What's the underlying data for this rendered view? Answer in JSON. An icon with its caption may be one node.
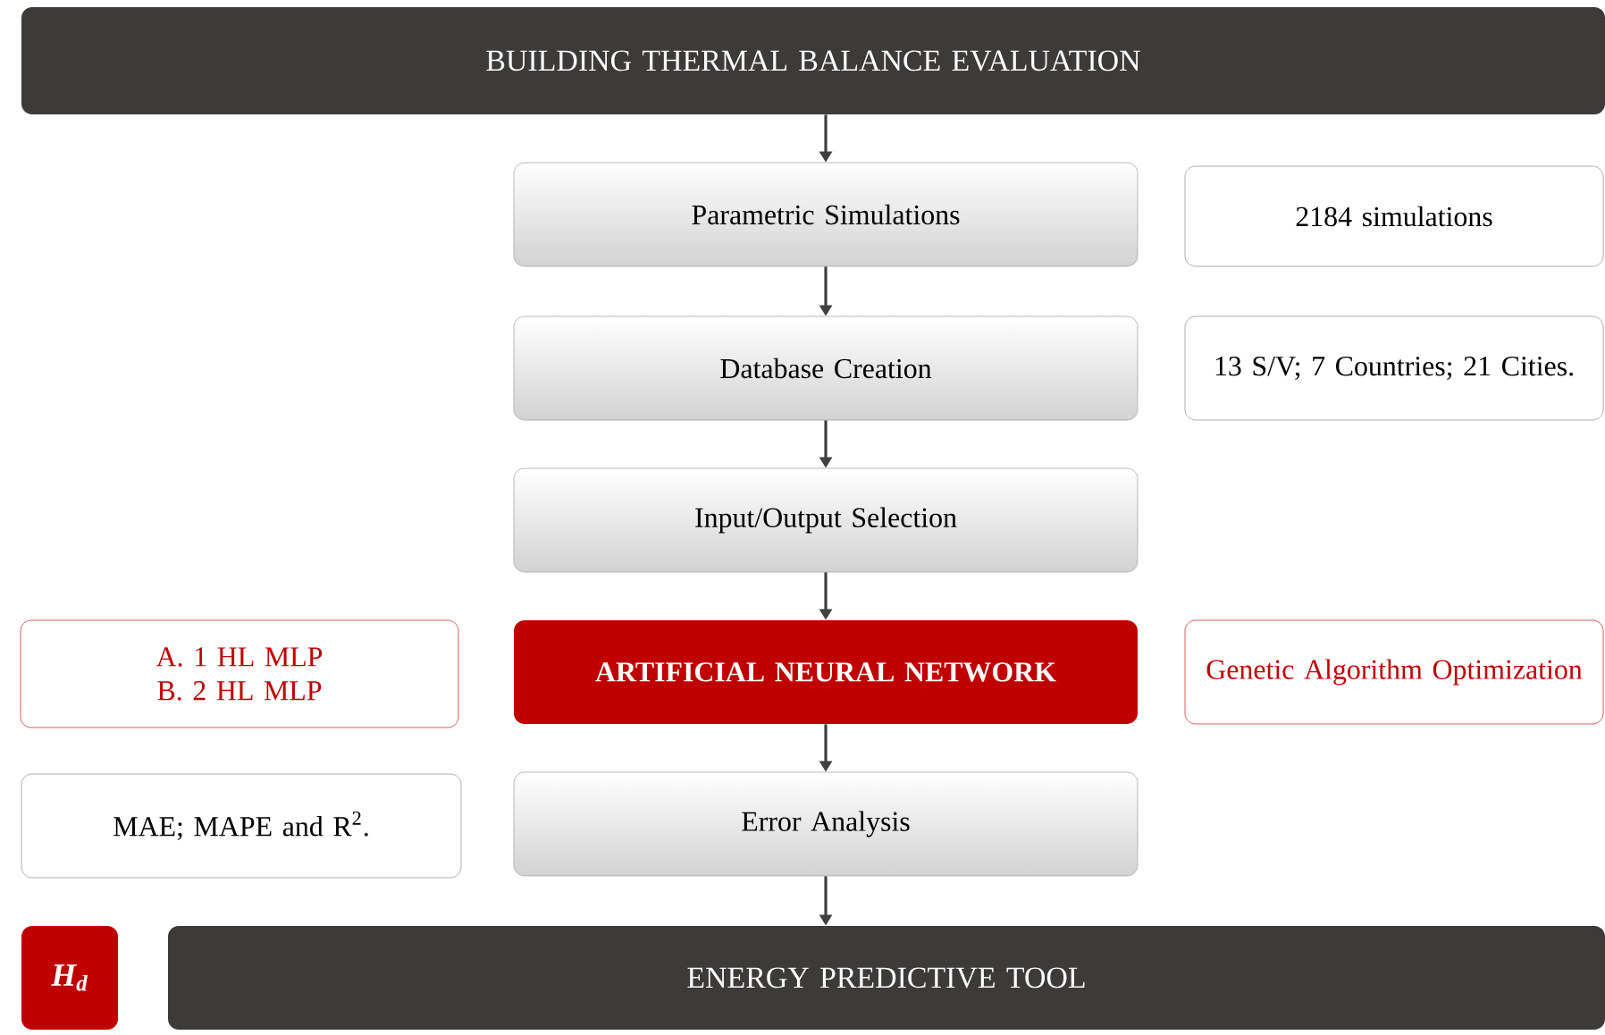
{
  "diagram": {
    "nodes": [
      {
        "text": [
          "BUILDING THERMAL BALANCE EVALUATION"
        ]
      },
      {
        "text": [
          "Parametric Simulations"
        ]
      },
      {
        "text": [
          "2184 simulations"
        ]
      },
      {
        "text": [
          "Database Creation"
        ]
      },
      {
        "text": [
          "13 S/V; 7 Countries; 21 Cities."
        ]
      },
      {
        "text": [
          "Input/Output Selection"
        ]
      },
      {
        "text": [
          "A. 1 HL MLP",
          "B. 2 HL MLP"
        ]
      },
      {
        "text": [
          "ARTIFICIAL NEURAL NETWORK"
        ]
      },
      {
        "text": [
          "Genetic Algorithm Optimization"
        ]
      },
      {
        "text": [
          "MAE; MAPE and R$^{2}$."
        ]
      },
      {
        "text": [
          "Error Analysis"
        ]
      },
      {
        "text": [
          "H$_{d}$"
        ]
      },
      {
        "text": [
          "ENERGY PREDICTIVE TOOL"
        ]
      }
    ],
    "edges": [
      {
        "from": 0,
        "to": 1,
        "arrow": "to"
      },
      {
        "from": 1,
        "to": 3,
        "arrow": "to"
      },
      {
        "from": 3,
        "to": 5,
        "arrow": "to"
      },
      {
        "from": 5,
        "to": 7,
        "arrow": "to"
      },
      {
        "from": 7,
        "to": 10,
        "arrow": "to"
      },
      {
        "from": 10,
        "to": 12,
        "arrow": "to"
      }
    ]
  }
}
